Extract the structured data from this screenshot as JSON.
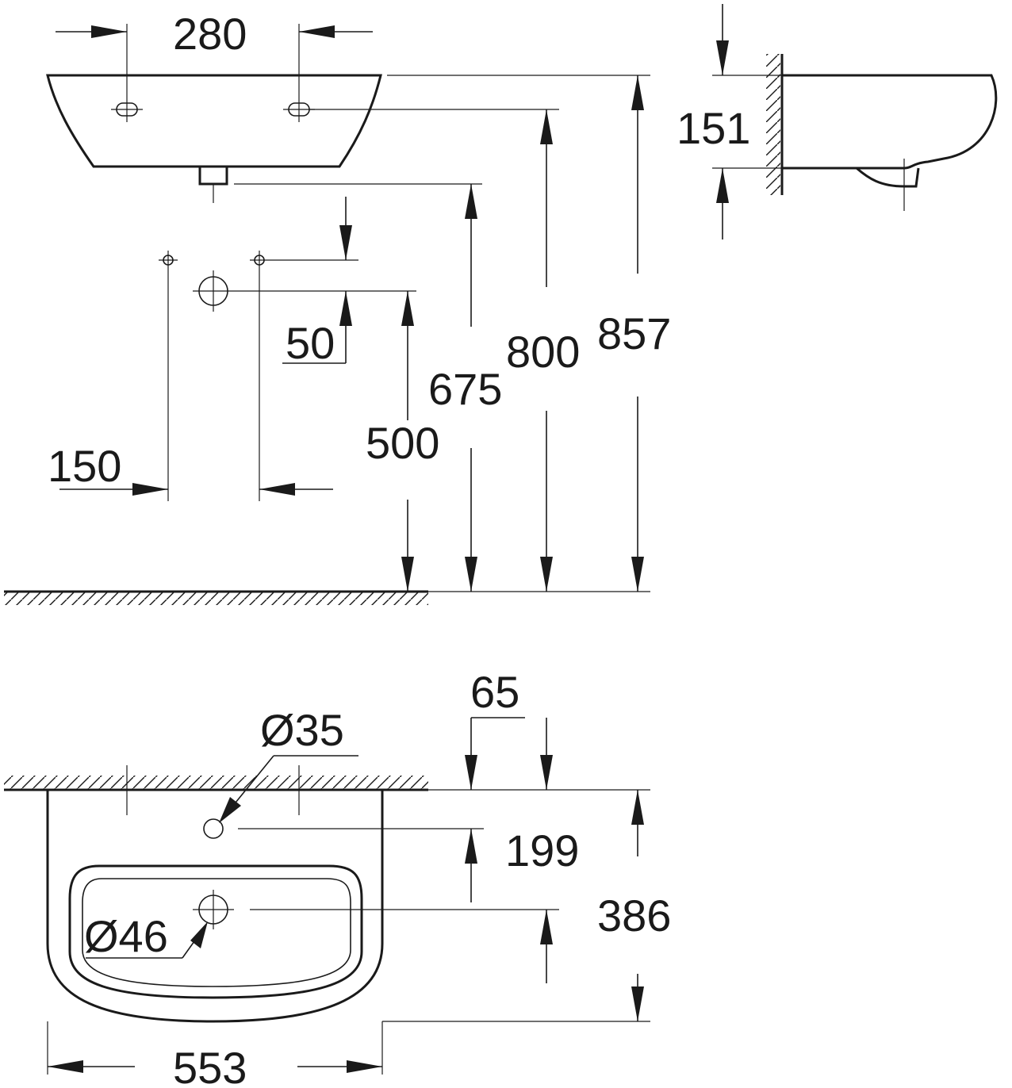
{
  "dimensions": {
    "top_hole_spacing": "280",
    "wall_to_lower_hole": "50",
    "lower_hole_spacing": "150",
    "waste_height": "500",
    "basin_bottom_height": "675",
    "tap_hole_height": "800",
    "rim_height": "857",
    "basin_depth": "151",
    "wall_to_tap_hole": "65",
    "tap_hole_diameter": "Ø35",
    "tap_hole_to_drain": "199",
    "basin_projection": "386",
    "drain_diameter": "Ø46",
    "basin_width": "553"
  }
}
